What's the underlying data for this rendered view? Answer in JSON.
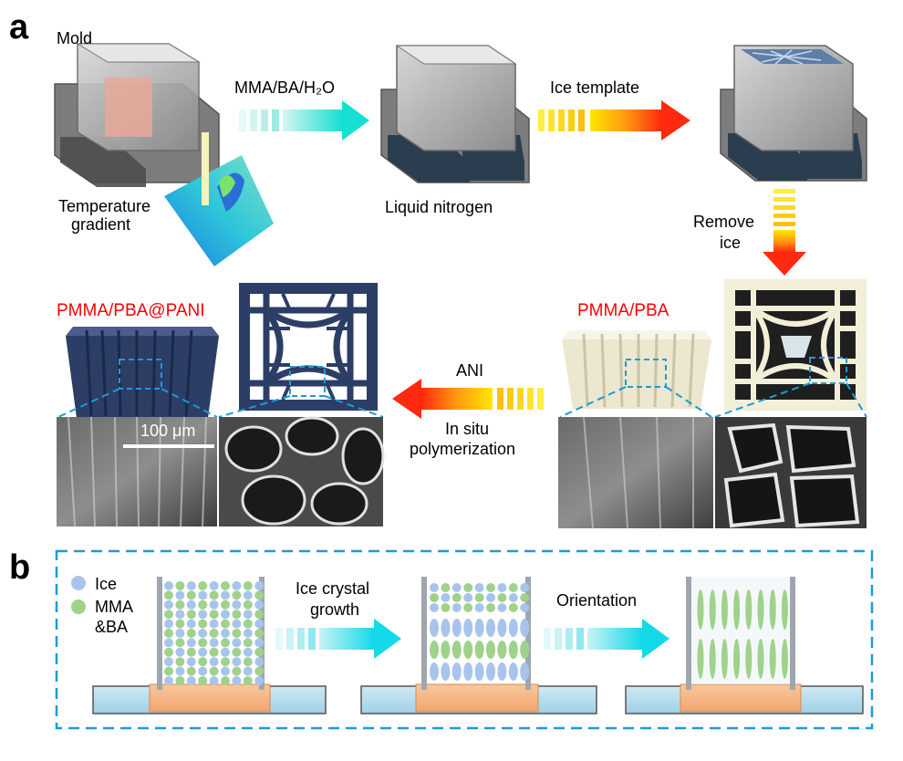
{
  "panels": {
    "a_label": "a",
    "b_label": "b"
  },
  "panel_a": {
    "mold_label": "Mold",
    "temperature_label_1": "Temperature",
    "temperature_label_2": "gradient",
    "step1_reagent": "MMA/BA/H₂O",
    "liquid_nitrogen_label": "Liquid nitrogen",
    "step2_label": "Ice template",
    "remove_ice_1": "Remove",
    "remove_ice_2": "ice",
    "pmma_pba_label": "PMMA/PBA",
    "pmma_pba_pani_label": "PMMA/PBA@PANI",
    "ani_label": "ANI",
    "in_situ_1": "In situ",
    "in_situ_2": "polymerization",
    "scale_bar_label": "100 μm"
  },
  "panel_b": {
    "legend_ice": "Ice",
    "legend_mma_1": "MMA",
    "legend_mma_2": "&BA",
    "arrow1_label_1": "Ice crystal",
    "arrow1_label_2": "growth",
    "arrow2_label": "Orientation"
  },
  "colors": {
    "red_label": "#ff0000",
    "ice_blue": "#a9c4ec",
    "mma_green": "#9fd28a",
    "dashed_border": "#1e9ad6",
    "cyan_arrow": "#21e0d6",
    "orange_arrow": "#ff5a10",
    "pani_navy": "#2c3d66",
    "pmma_cream": "#f2efd8"
  }
}
